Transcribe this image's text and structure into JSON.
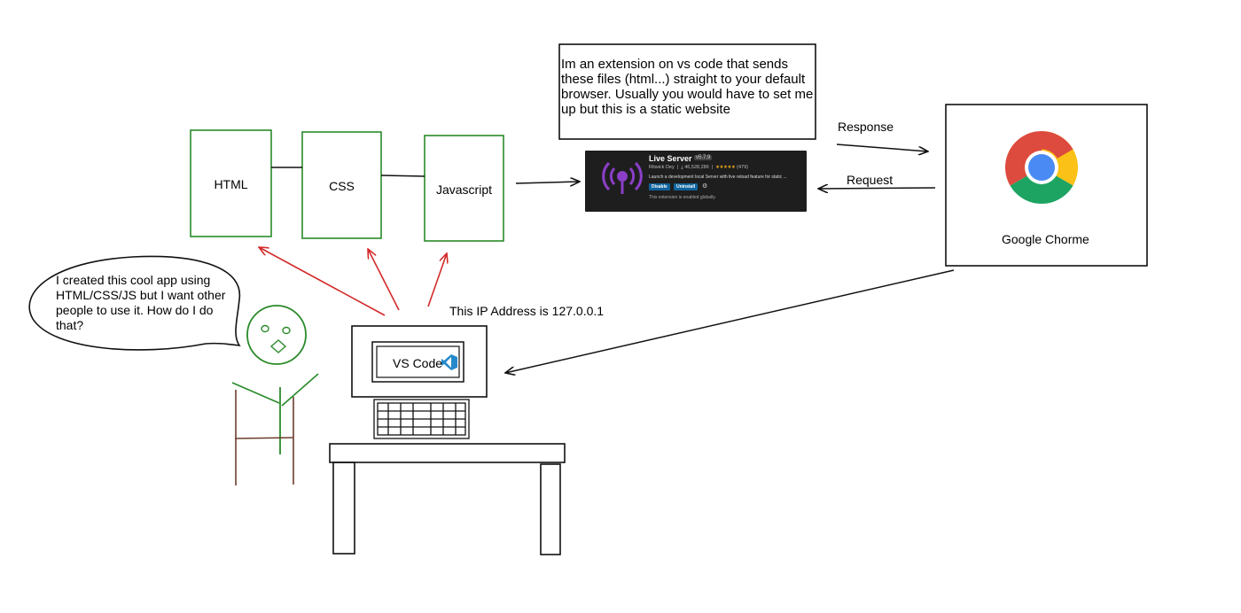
{
  "boxes": {
    "html": "HTML",
    "css": "CSS",
    "javascript": "Javascript"
  },
  "note": "Im an extension on vs code that sends these files (html...) straight to your default browser. Usually you would have to set me up but this is a static website",
  "extension": {
    "name": "Live Server",
    "version": "v5.7.9",
    "author": "Ritwick Dey",
    "installs": "46,528,286",
    "rating_count": "(479)",
    "stars": "★★★★★",
    "description": "Launch a development local Server with live reload feature for static ...",
    "disable_label": "Disable",
    "uninstall_label": "Uninstall",
    "status": "This extension is enabled globally."
  },
  "response_label": "Response",
  "request_label": "Request",
  "browser_label": "Google Chorme",
  "speech": "I created this cool app using HTML/CSS/JS but I want other people to use it.  How do I do that?",
  "ip_label": "This IP Address is 127.0.0.1",
  "monitor_label": "VS Code",
  "colors": {
    "green": "#2a8a2a",
    "red": "#d42a2a",
    "brown": "#6b3e2e",
    "ink": "#111111",
    "vscode_blue": "#2489ca",
    "live_server_purple": "#8b3fc7"
  }
}
